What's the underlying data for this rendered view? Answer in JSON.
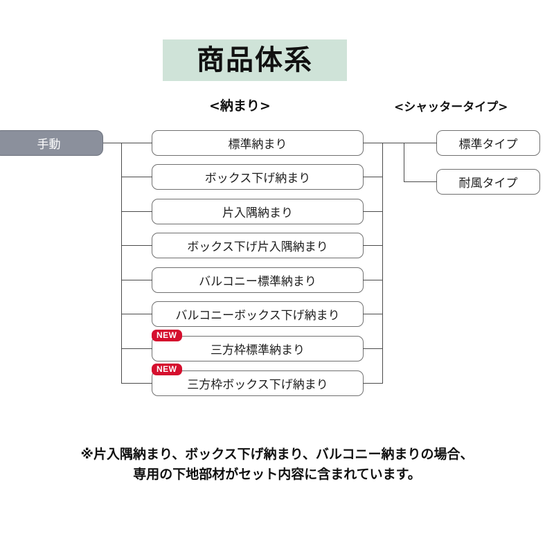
{
  "title": {
    "text": "商品体系",
    "background_color": "#cfe3d8"
  },
  "headers": {
    "osamari": "<納まり>",
    "shutter_type": "<シャッタータイプ>"
  },
  "root": {
    "label": "手動",
    "background_color": "#8b909c",
    "text_color": "#ffffff"
  },
  "osamari_items": [
    {
      "label": "標準納まり",
      "badge": ""
    },
    {
      "label": "ボックス下げ納まり",
      "badge": ""
    },
    {
      "label": "片入隅納まり",
      "badge": ""
    },
    {
      "label": "ボックス下げ片入隅納まり",
      "badge": ""
    },
    {
      "label": "バルコニー標準納まり",
      "badge": ""
    },
    {
      "label": "バルコニーボックス下げ納まり",
      "badge": ""
    },
    {
      "label": "三方枠標準納まり",
      "badge": "NEW"
    },
    {
      "label": "三方枠ボックス下げ納まり",
      "badge": "NEW"
    }
  ],
  "shutter_types": [
    {
      "label": "標準タイプ"
    },
    {
      "label": "耐風タイプ"
    }
  ],
  "badge": {
    "text": "NEW",
    "color": "#d50f2e"
  },
  "note": {
    "line1": "※片入隅納まり、ボックス下げ納まり、バルコニー納まりの場合、",
    "line2": "専用の下地部材がセット内容に含まれています。"
  }
}
